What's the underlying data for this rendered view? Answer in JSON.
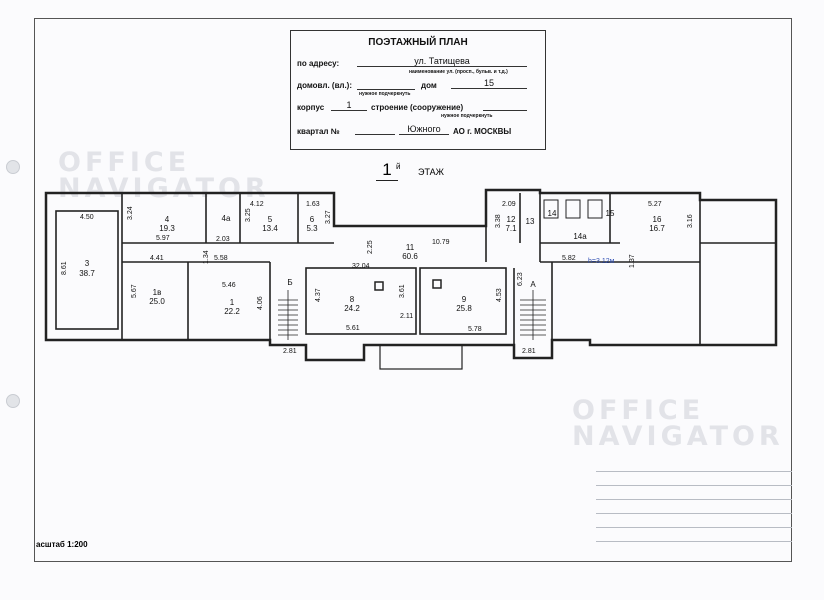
{
  "title_block": {
    "title": "ПОЭТАЖНЫЙ ПЛАН",
    "address_label": "по адресу:",
    "address_value": "ул. Татищева",
    "address_note": "наименование ул. (просп., бульв. и т.д.)",
    "domovl_label": "домовл. (вл.):",
    "dom_label": "дом",
    "dom_value": "15",
    "note_needed_1": "нужное подчеркнуть",
    "korpus_label": "корпус",
    "korpus_value": "1",
    "stroenie_label": "строение (сооружение)",
    "note_needed_2": "нужное подчеркнуть",
    "kvartal_label": "квартал №",
    "district_value": "Южного",
    "ao_label": "АО г. МОСКВЫ"
  },
  "floor": {
    "number": "1",
    "suffix": "й",
    "word": "ЭТАЖ"
  },
  "scale": "асштаб 1:200",
  "watermark": {
    "line1": "OFFICE",
    "line2": "NAVIGATOR"
  },
  "rooms": [
    {
      "id": "3",
      "area": "38.7"
    },
    {
      "id": "4",
      "area": "19.3"
    },
    {
      "id": "4а",
      "area": ""
    },
    {
      "id": "5",
      "area": "13.4"
    },
    {
      "id": "6",
      "area": "5.3"
    },
    {
      "id": "1в",
      "area": "25.0"
    },
    {
      "id": "1",
      "area": "22.2"
    },
    {
      "id": "11",
      "area": "60.6"
    },
    {
      "id": "8",
      "area": "24.2"
    },
    {
      "id": "9",
      "area": "25.8"
    },
    {
      "id": "12",
      "area": "7.1"
    },
    {
      "id": "13",
      "area": ""
    },
    {
      "id": "14",
      "area": ""
    },
    {
      "id": "15",
      "area": ""
    },
    {
      "id": "14а",
      "area": ""
    },
    {
      "id": "16",
      "area": "16.7"
    }
  ],
  "stair_labels": [
    "Б",
    "А"
  ],
  "dimensions": [
    "4.50",
    "3.24",
    "5.97",
    "8.61",
    "2.03",
    "3.25",
    "4.12",
    "1.63",
    "3.27",
    "4.41",
    "1.34",
    "5.58",
    "5.67",
    "5.46",
    "4.06",
    "2.25",
    "10.79",
    "32.04",
    "4.37",
    "3.61",
    "5.61",
    "2.11",
    "4.53",
    "5.78",
    "6.23",
    "2.81",
    "2.81",
    "2.09",
    "3.38",
    "5.27",
    "3.16",
    "5.82",
    "h=3.12м",
    "1.37"
  ]
}
